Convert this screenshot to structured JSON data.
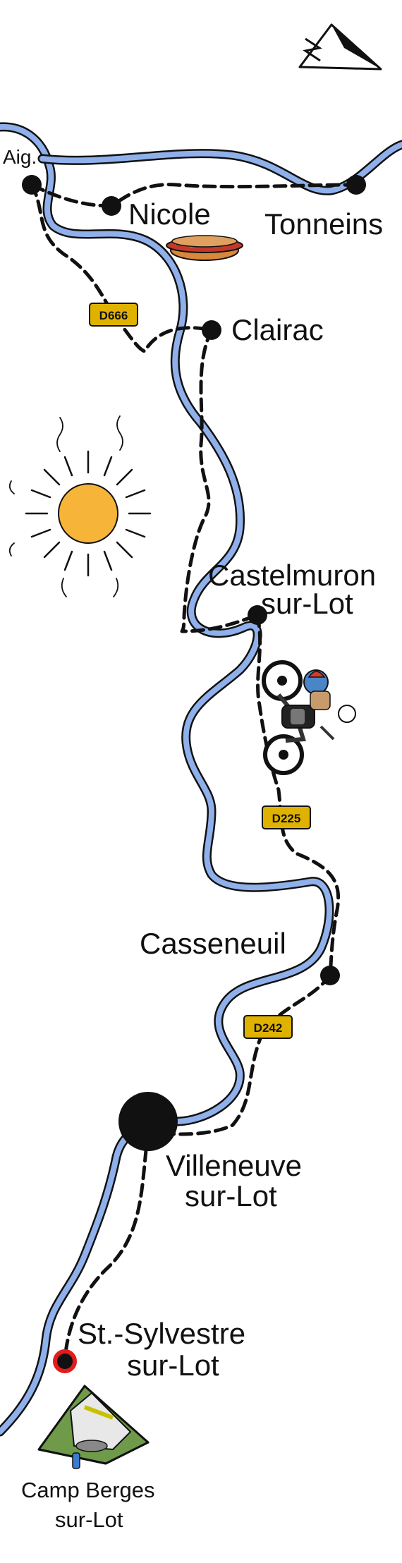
{
  "places": {
    "aiguillon": "Aig.",
    "nicole": "Nicole",
    "tonneins": "Tonneins",
    "clairac": "Clairac",
    "castelmuron_1": "Castelmuron",
    "castelmuron_2": "sur-Lot",
    "casseneuil": "Casseneuil",
    "villeneuve_1": "Villeneuve",
    "villeneuve_2": "sur-Lot",
    "sylvestre_1": "St.-Sylvestre",
    "sylvestre_2": "sur-Lot",
    "camp_1": "Camp Berges",
    "camp_2": "sur-Lot"
  },
  "roads": {
    "d666": "D666",
    "d225": "D225",
    "d242": "D242"
  },
  "colors": {
    "river": "#8fb0ea",
    "river_outline": "#111111",
    "route": "#111111",
    "sign": "#e0b200",
    "sun": "#f6b538",
    "start_marker": "#e31b1b",
    "tent": "#6e9a4a"
  },
  "icons": [
    "compass-north-arrow-icon",
    "sun-icon",
    "hotdog-icon",
    "motorcycle-icon",
    "tent-icon"
  ]
}
